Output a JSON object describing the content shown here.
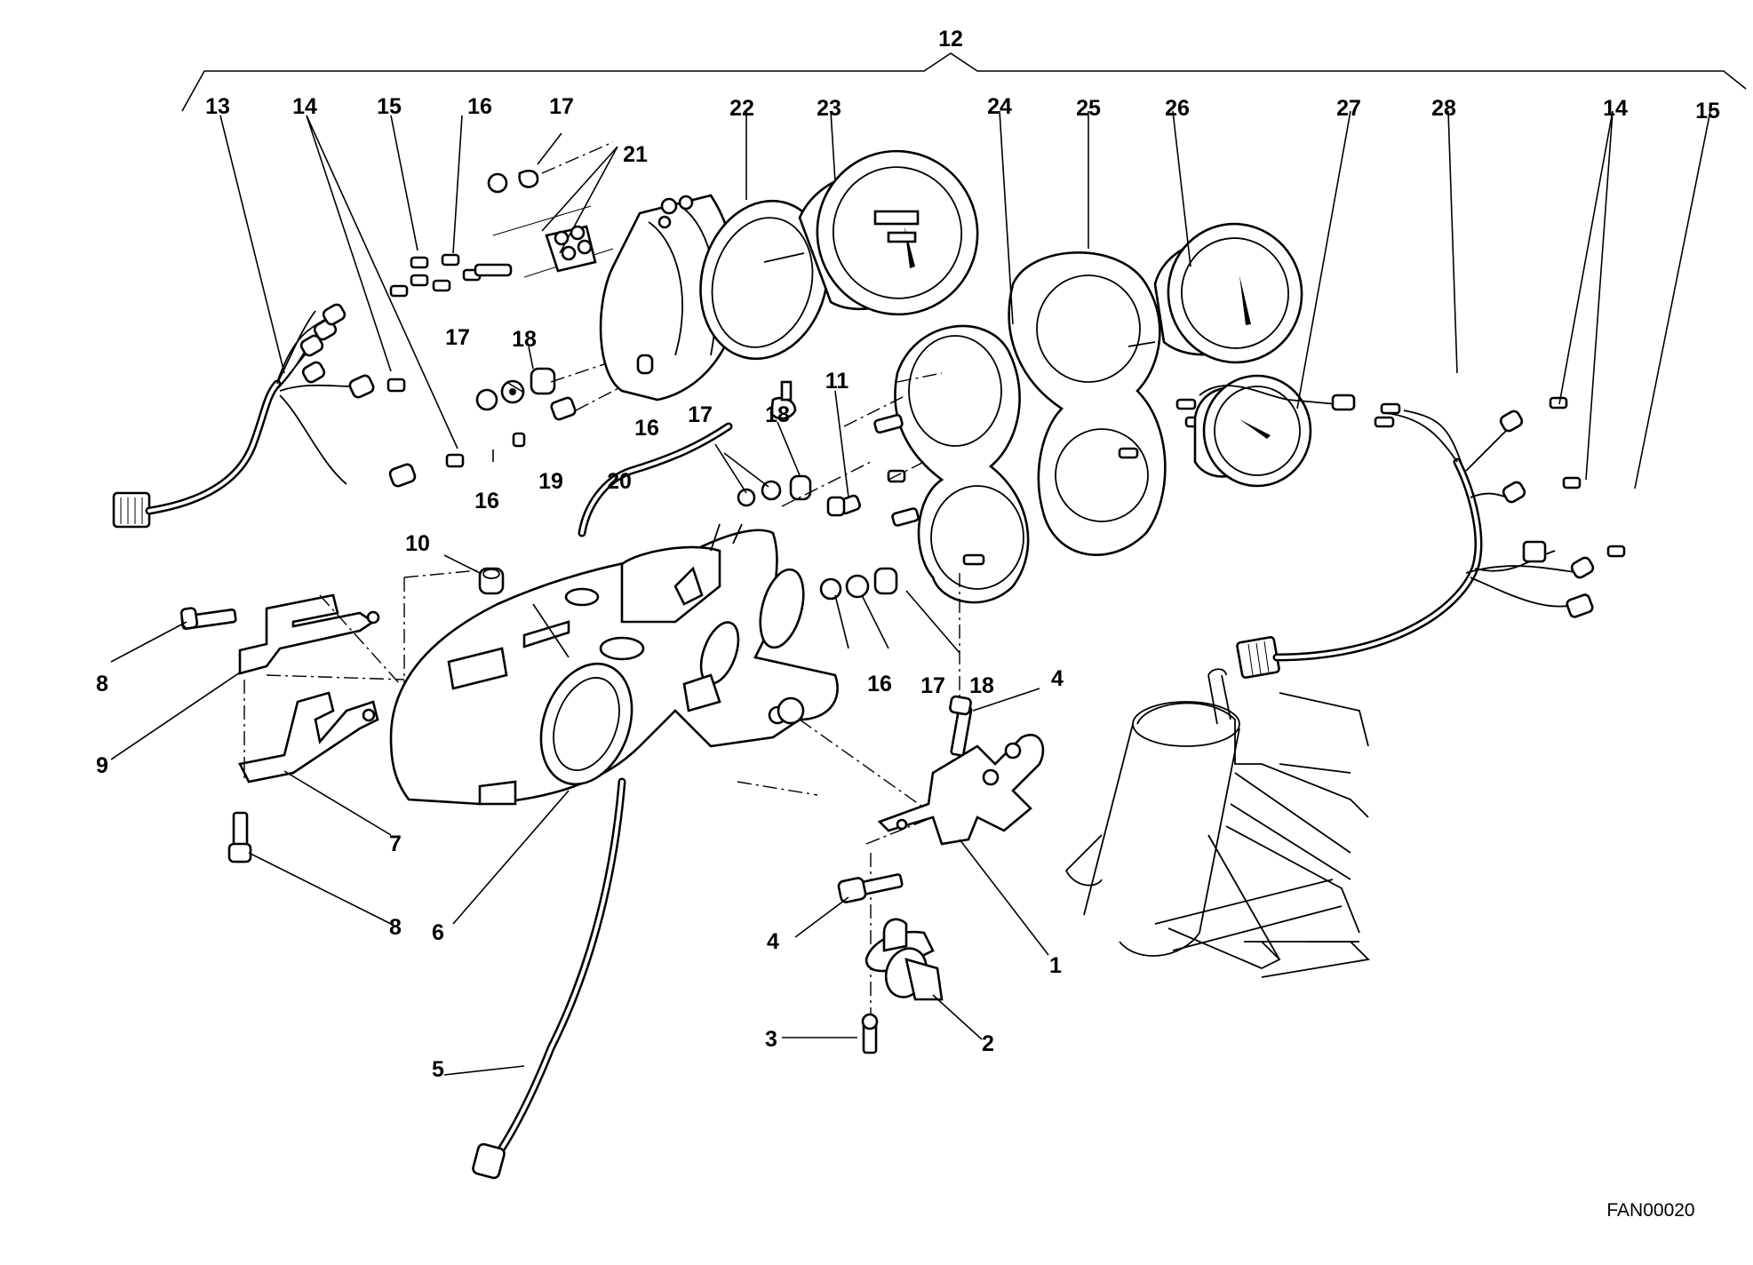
{
  "diagram": {
    "drawing_code": "FAN00020",
    "callouts": [
      "1",
      "2",
      "3",
      "4",
      "4",
      "5",
      "6",
      "7",
      "8",
      "8",
      "9",
      "10",
      "11",
      "12",
      "13",
      "14",
      "14",
      "15",
      "15",
      "16",
      "16",
      "16",
      "16",
      "17",
      "17",
      "17",
      "17",
      "18",
      "18",
      "18",
      "19",
      "20",
      "21",
      "22",
      "23",
      "24",
      "25",
      "26",
      "27",
      "28"
    ]
  }
}
